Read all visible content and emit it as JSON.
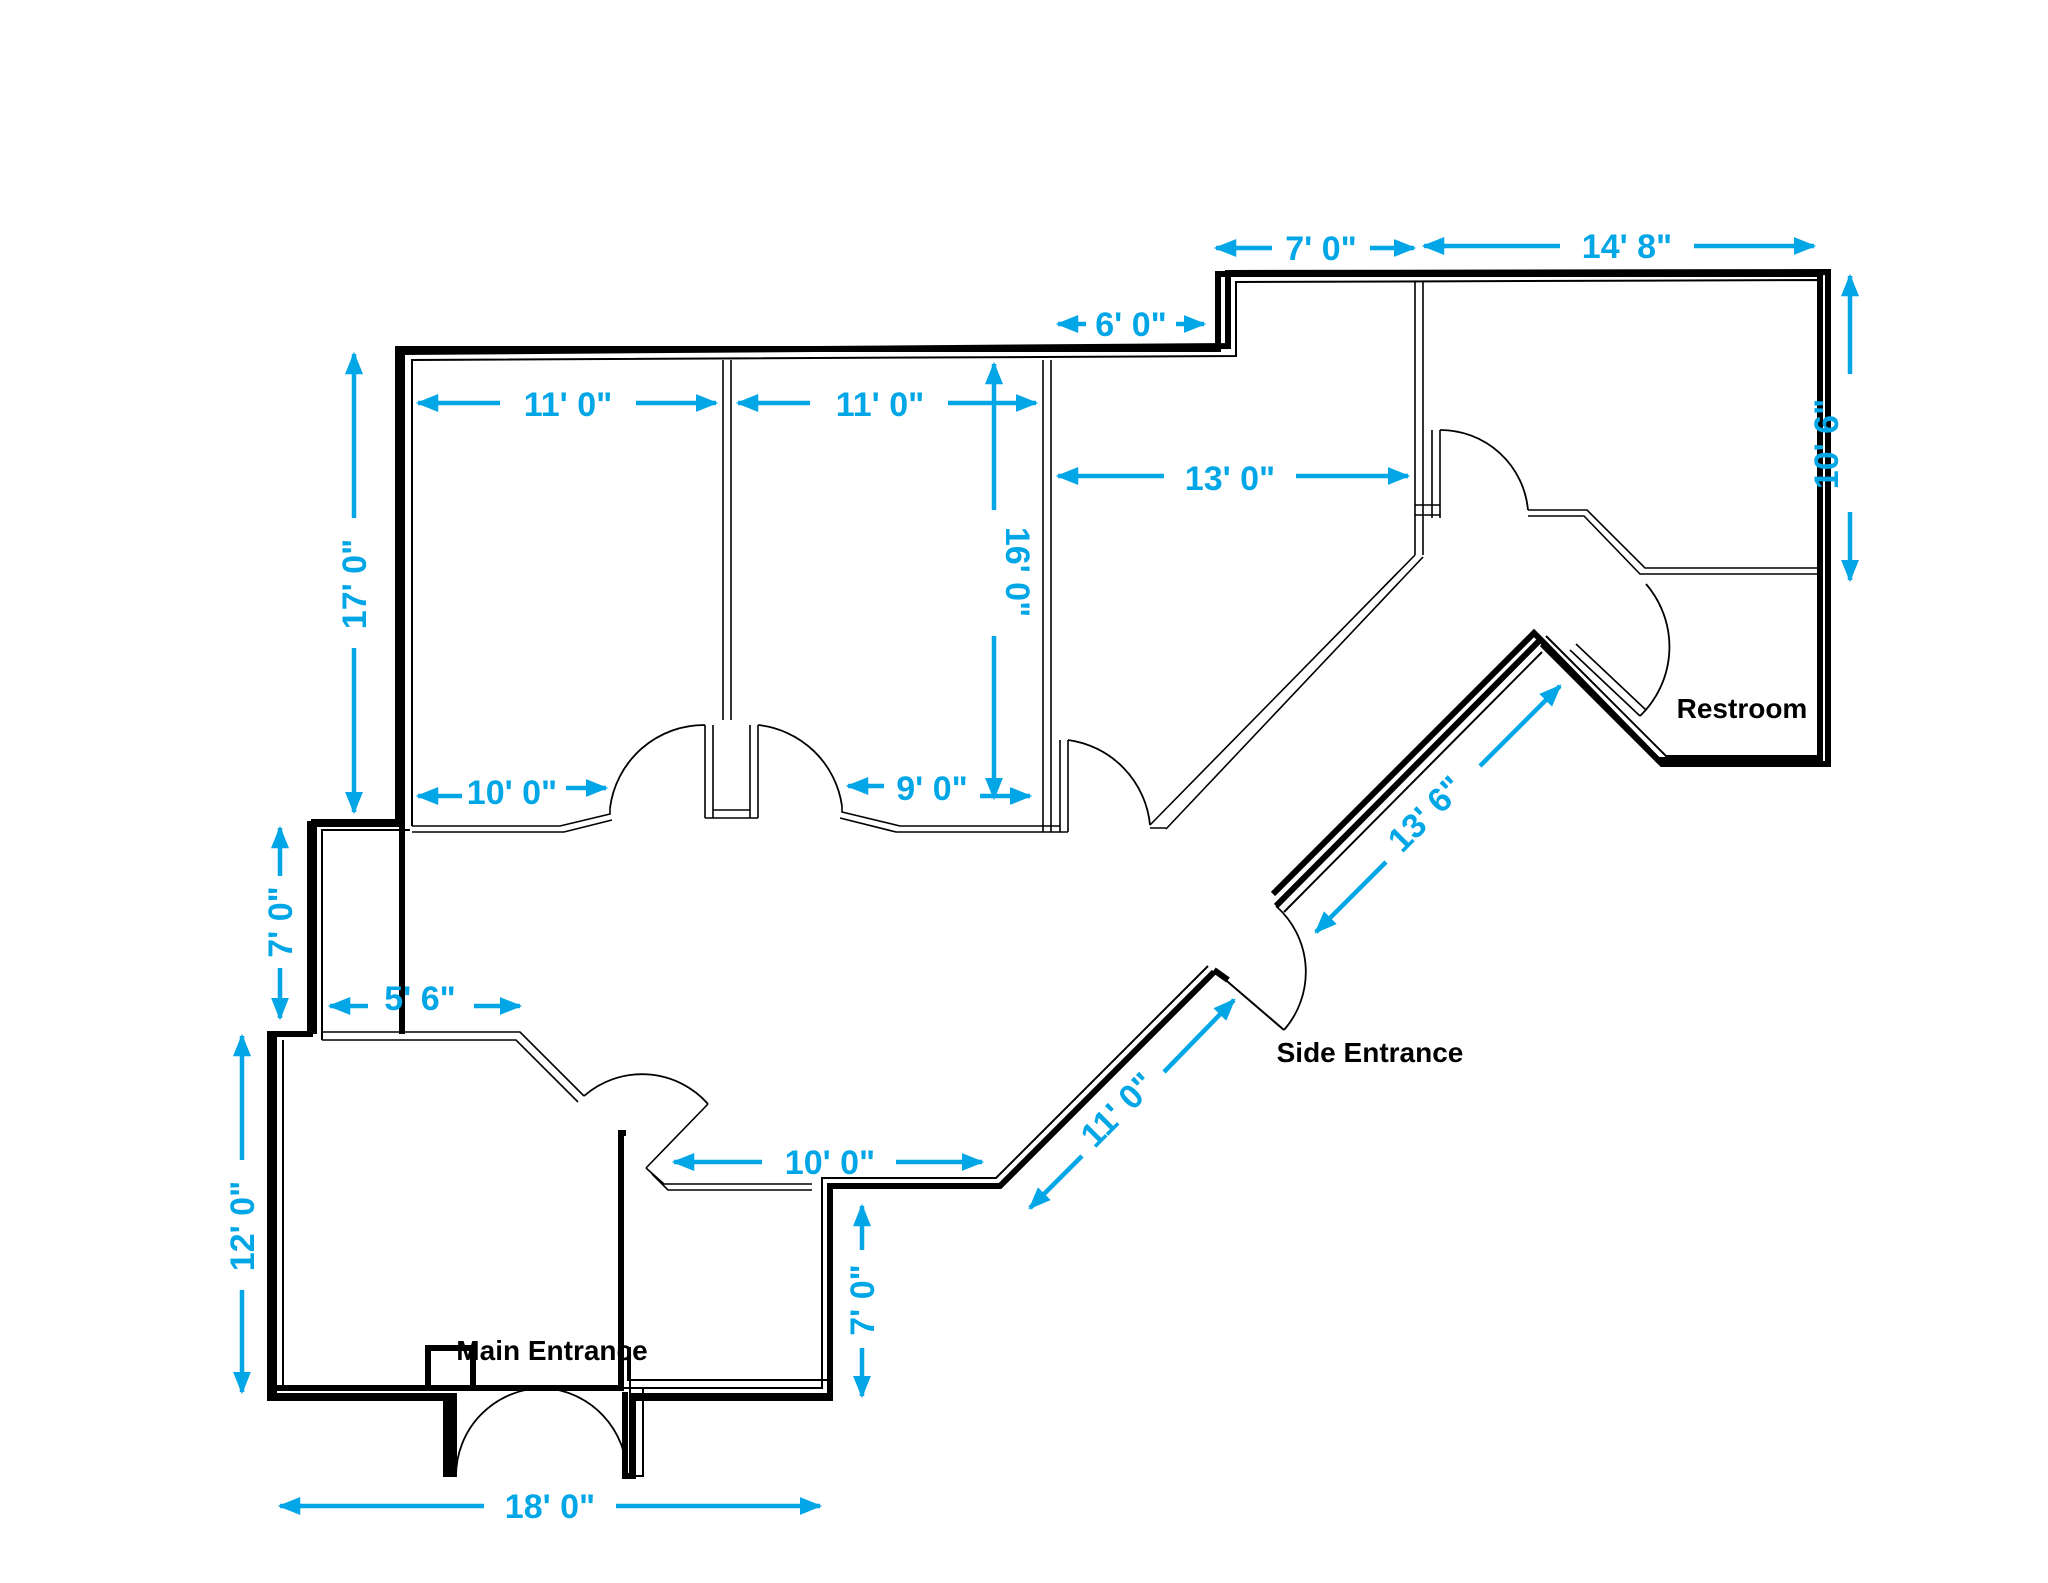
{
  "colors": {
    "dimension": "#00a6e6",
    "wall": "#000000",
    "background": "#ffffff"
  },
  "labels": {
    "main_entrance": "Main Entrance",
    "side_entrance": "Side Entrance",
    "restroom": "Restroom"
  },
  "dimensions": {
    "top_7_0": "7' 0\"",
    "top_14_8": "14' 8\"",
    "top_6_0": "6' 0\"",
    "room1_width": "11' 0\"",
    "room2_width": "11' 0\"",
    "room3_width": "13' 0\"",
    "left_17_0": "17' 0\"",
    "room2_depth": "16' 0\"",
    "right_10_6": "10' 6\"",
    "room1_wall": "10' 0\"",
    "room2_wall": "9' 0\"",
    "left_7_0": "7' 0\"",
    "office_wall": "5' 6\"",
    "left_12_0": "12' 0\"",
    "front_wall": "10' 0\"",
    "diag_11_0": "11' 0\"",
    "diag_13_6": "13' 6\"",
    "right_7_0": "7' 0\"",
    "bottom_18_0": "18' 0\""
  }
}
